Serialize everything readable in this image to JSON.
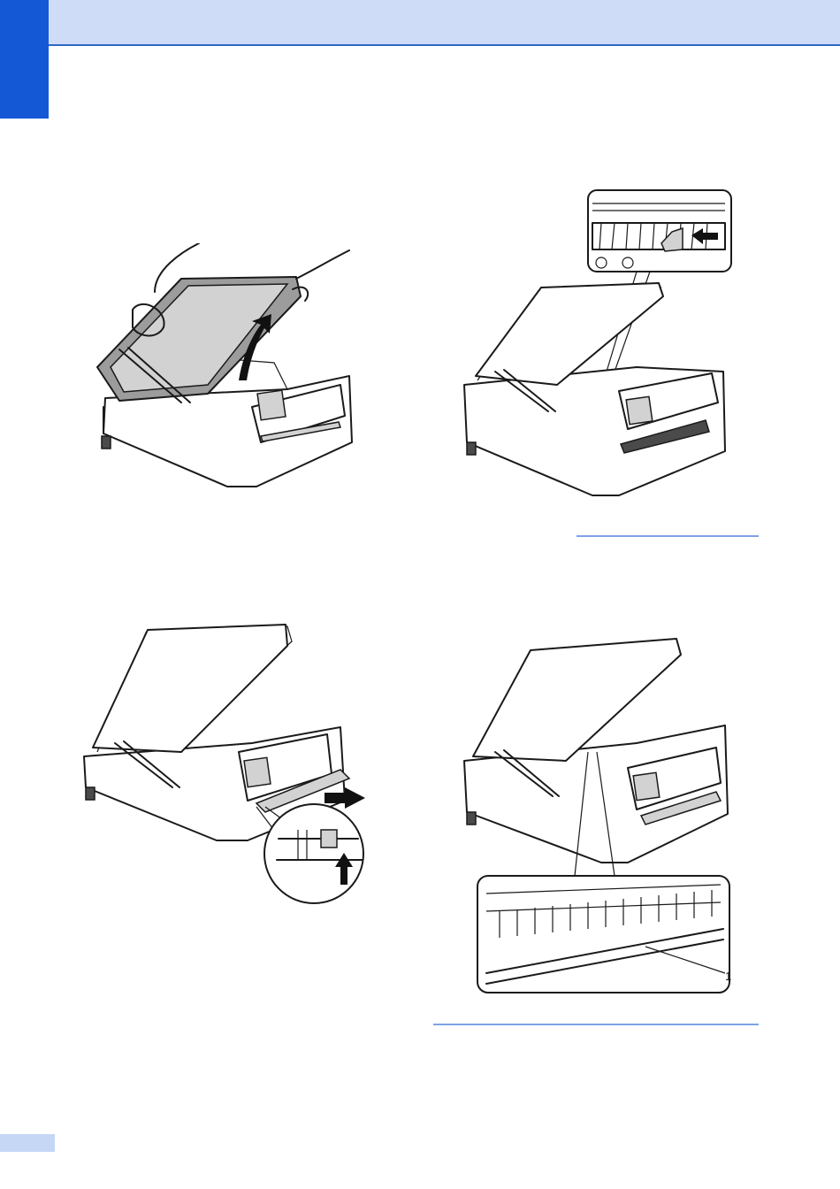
{
  "page": {
    "accent_color": "#1558d6",
    "header_color": "#cfdcf7",
    "rule_color": "#7ea3e6"
  },
  "illustrations": [
    {
      "id": "open-scanner-cover",
      "icon": "printer-open-lift-icon"
    },
    {
      "id": "jam-detail",
      "icon": "printer-jam-inset-icon"
    },
    {
      "id": "paper-tray-push",
      "icon": "printer-tray-inset-icon"
    },
    {
      "id": "roller-detail",
      "icon": "printer-roller-inset-icon"
    }
  ],
  "callouts": {
    "roller_label": "1"
  }
}
